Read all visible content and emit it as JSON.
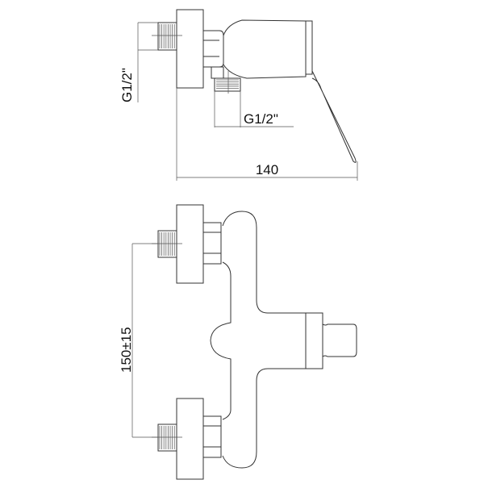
{
  "drawing": {
    "side_view": {
      "inlet_thread_label": "G1/2\"",
      "outlet_thread_label": "G1/2\"",
      "depth_dimension": "140"
    },
    "front_view": {
      "inlet_spacing_dimension": "150±15"
    },
    "line_color": "#333333"
  }
}
